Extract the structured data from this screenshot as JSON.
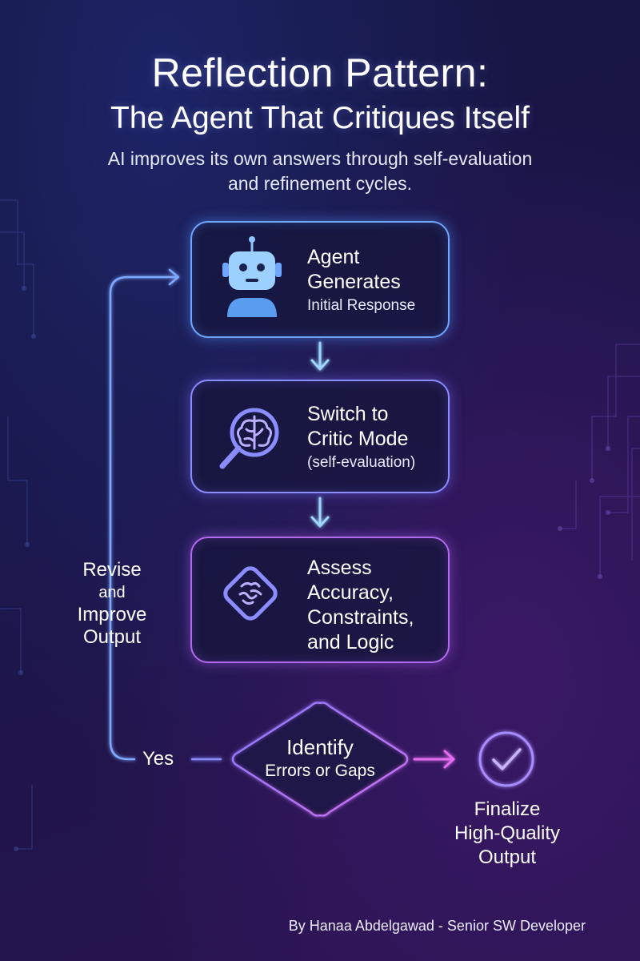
{
  "header": {
    "title_line1": "Reflection Pattern:",
    "title_line2": "The Agent That Critiques Itself",
    "subtitle_line1": "AI improves its own answers through self-evaluation",
    "subtitle_line2": "and refinement cycles."
  },
  "steps": [
    {
      "line1": "Agent",
      "line2": "Generates",
      "line3": "Initial Response",
      "icon": "robot-icon"
    },
    {
      "line1": "Switch to",
      "line2": "Critic Mode",
      "line3": "(self-evaluation)",
      "icon": "magnifier-brain-icon"
    },
    {
      "line1": "Assess",
      "line2": "Accuracy,",
      "line3": "Constraints,",
      "line4": "and Logic",
      "icon": "diamond-brain-icon"
    }
  ],
  "decision": {
    "line1": "Identify",
    "line2": "Errors or Gaps"
  },
  "loop_label": {
    "line1": "Revise",
    "line2": "and",
    "line3": "Improve",
    "line4": "Output"
  },
  "yes_label": "Yes",
  "final": {
    "line1": "Finalize",
    "line2": "High-Quality",
    "line3": "Output",
    "icon": "checkmark-circle-icon"
  },
  "credit": "By Hanaa Abdelgawad - Senior SW Developer",
  "colors": {
    "blue_accent": "#6fa6ff",
    "violet_accent": "#8a8cff",
    "purple_accent": "#b06af0",
    "cyan_connector": "#7fe0ff",
    "magenta_arrow": "#e36cf0"
  }
}
